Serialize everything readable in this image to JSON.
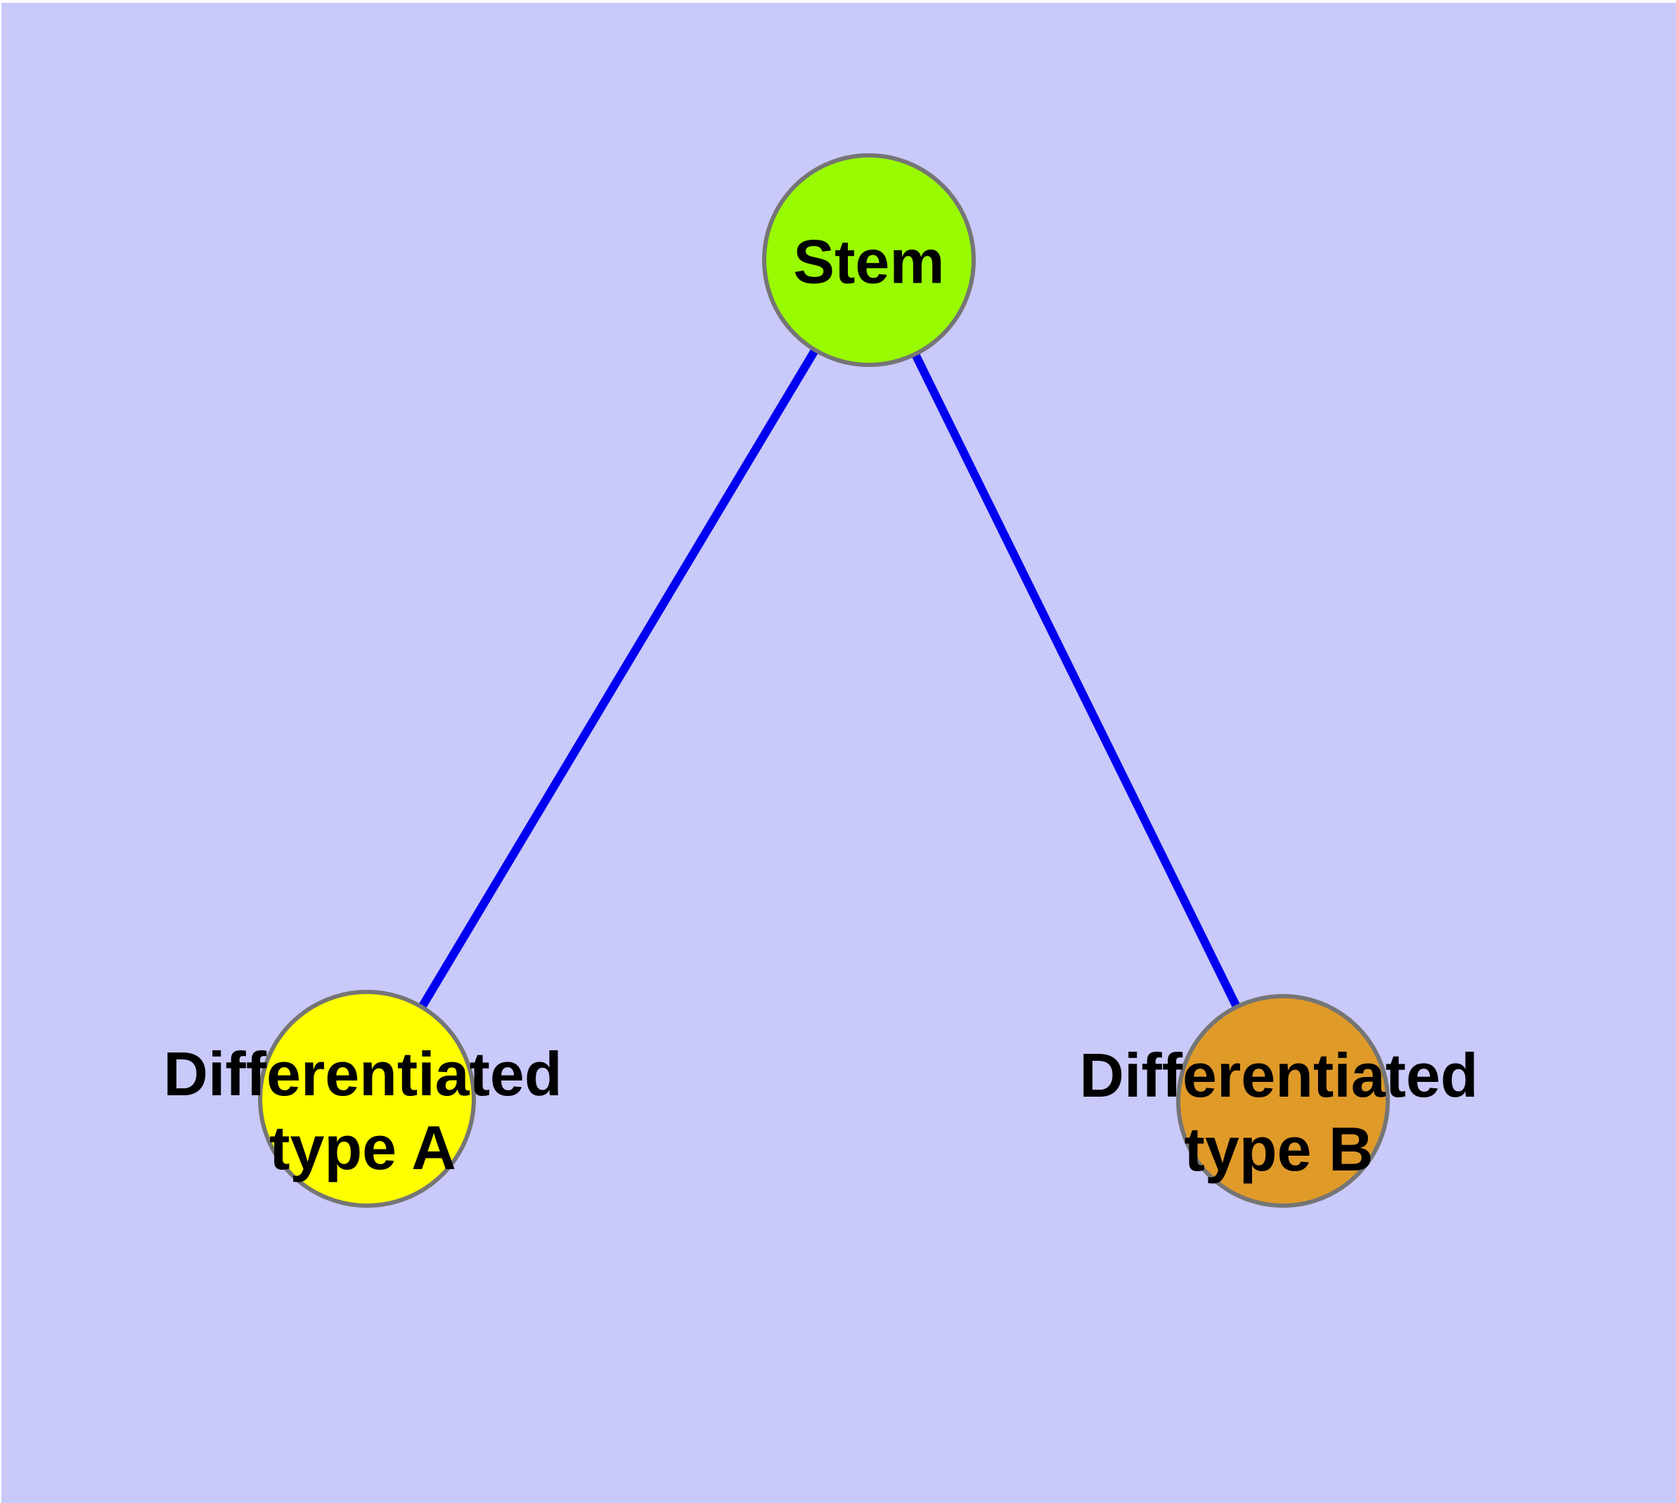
{
  "canvas": {
    "background_color": "#C9C9FA",
    "border_color": "#FFFFFF"
  },
  "text_color": "#000000",
  "nodes": {
    "stem": {
      "label": "Stem",
      "fill": "#99FB01",
      "border": "#757575"
    },
    "type_a": {
      "label_line1": "Differentiated",
      "label_line2": "type A",
      "fill": "#FFFF00",
      "border": "#757575"
    },
    "type_b": {
      "label_line1": "Differentiated",
      "label_line2": "type B",
      "fill": "#E09A28",
      "border": "#757575"
    }
  },
  "edges": {
    "color": "#0000F0",
    "items": [
      {
        "from": "Stem",
        "to": "Differentiated type A"
      },
      {
        "from": "Stem",
        "to": "Differentiated type B"
      }
    ]
  }
}
